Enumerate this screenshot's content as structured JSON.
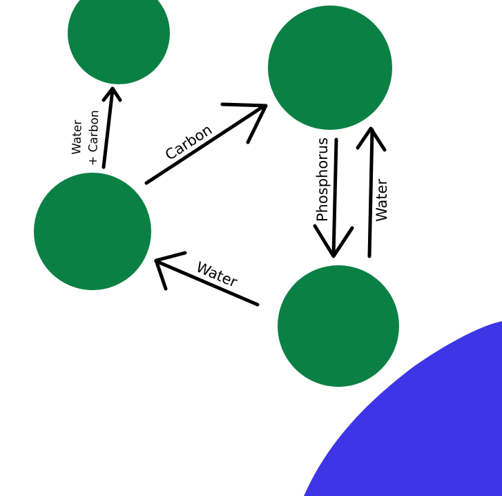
{
  "colors": {
    "node_fill": "#0a8044",
    "blob_fill": "#3d35e6",
    "arrow": "#000000",
    "background": "#ffffff"
  },
  "labels": {
    "water_carbon_line1": "Water",
    "water_carbon_line2": "+ Carbon",
    "carbon": "Carbon",
    "phosphorus": "Phosphorus",
    "water_up": "Water",
    "water_left": "Water"
  }
}
